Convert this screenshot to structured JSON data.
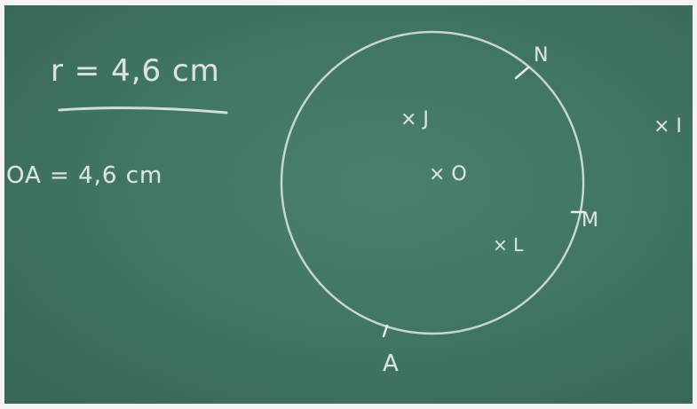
{
  "board": {
    "radius_line": "r = 4,6 cm",
    "oa_line": "OA = 4,6 cm",
    "points": {
      "n": "N",
      "j": "× J",
      "i": "× I",
      "o": "× O",
      "m": "M",
      "l": "× L",
      "a": "A"
    }
  },
  "colors": {
    "board": "#3f7363",
    "chalk": "#e8eee6"
  }
}
